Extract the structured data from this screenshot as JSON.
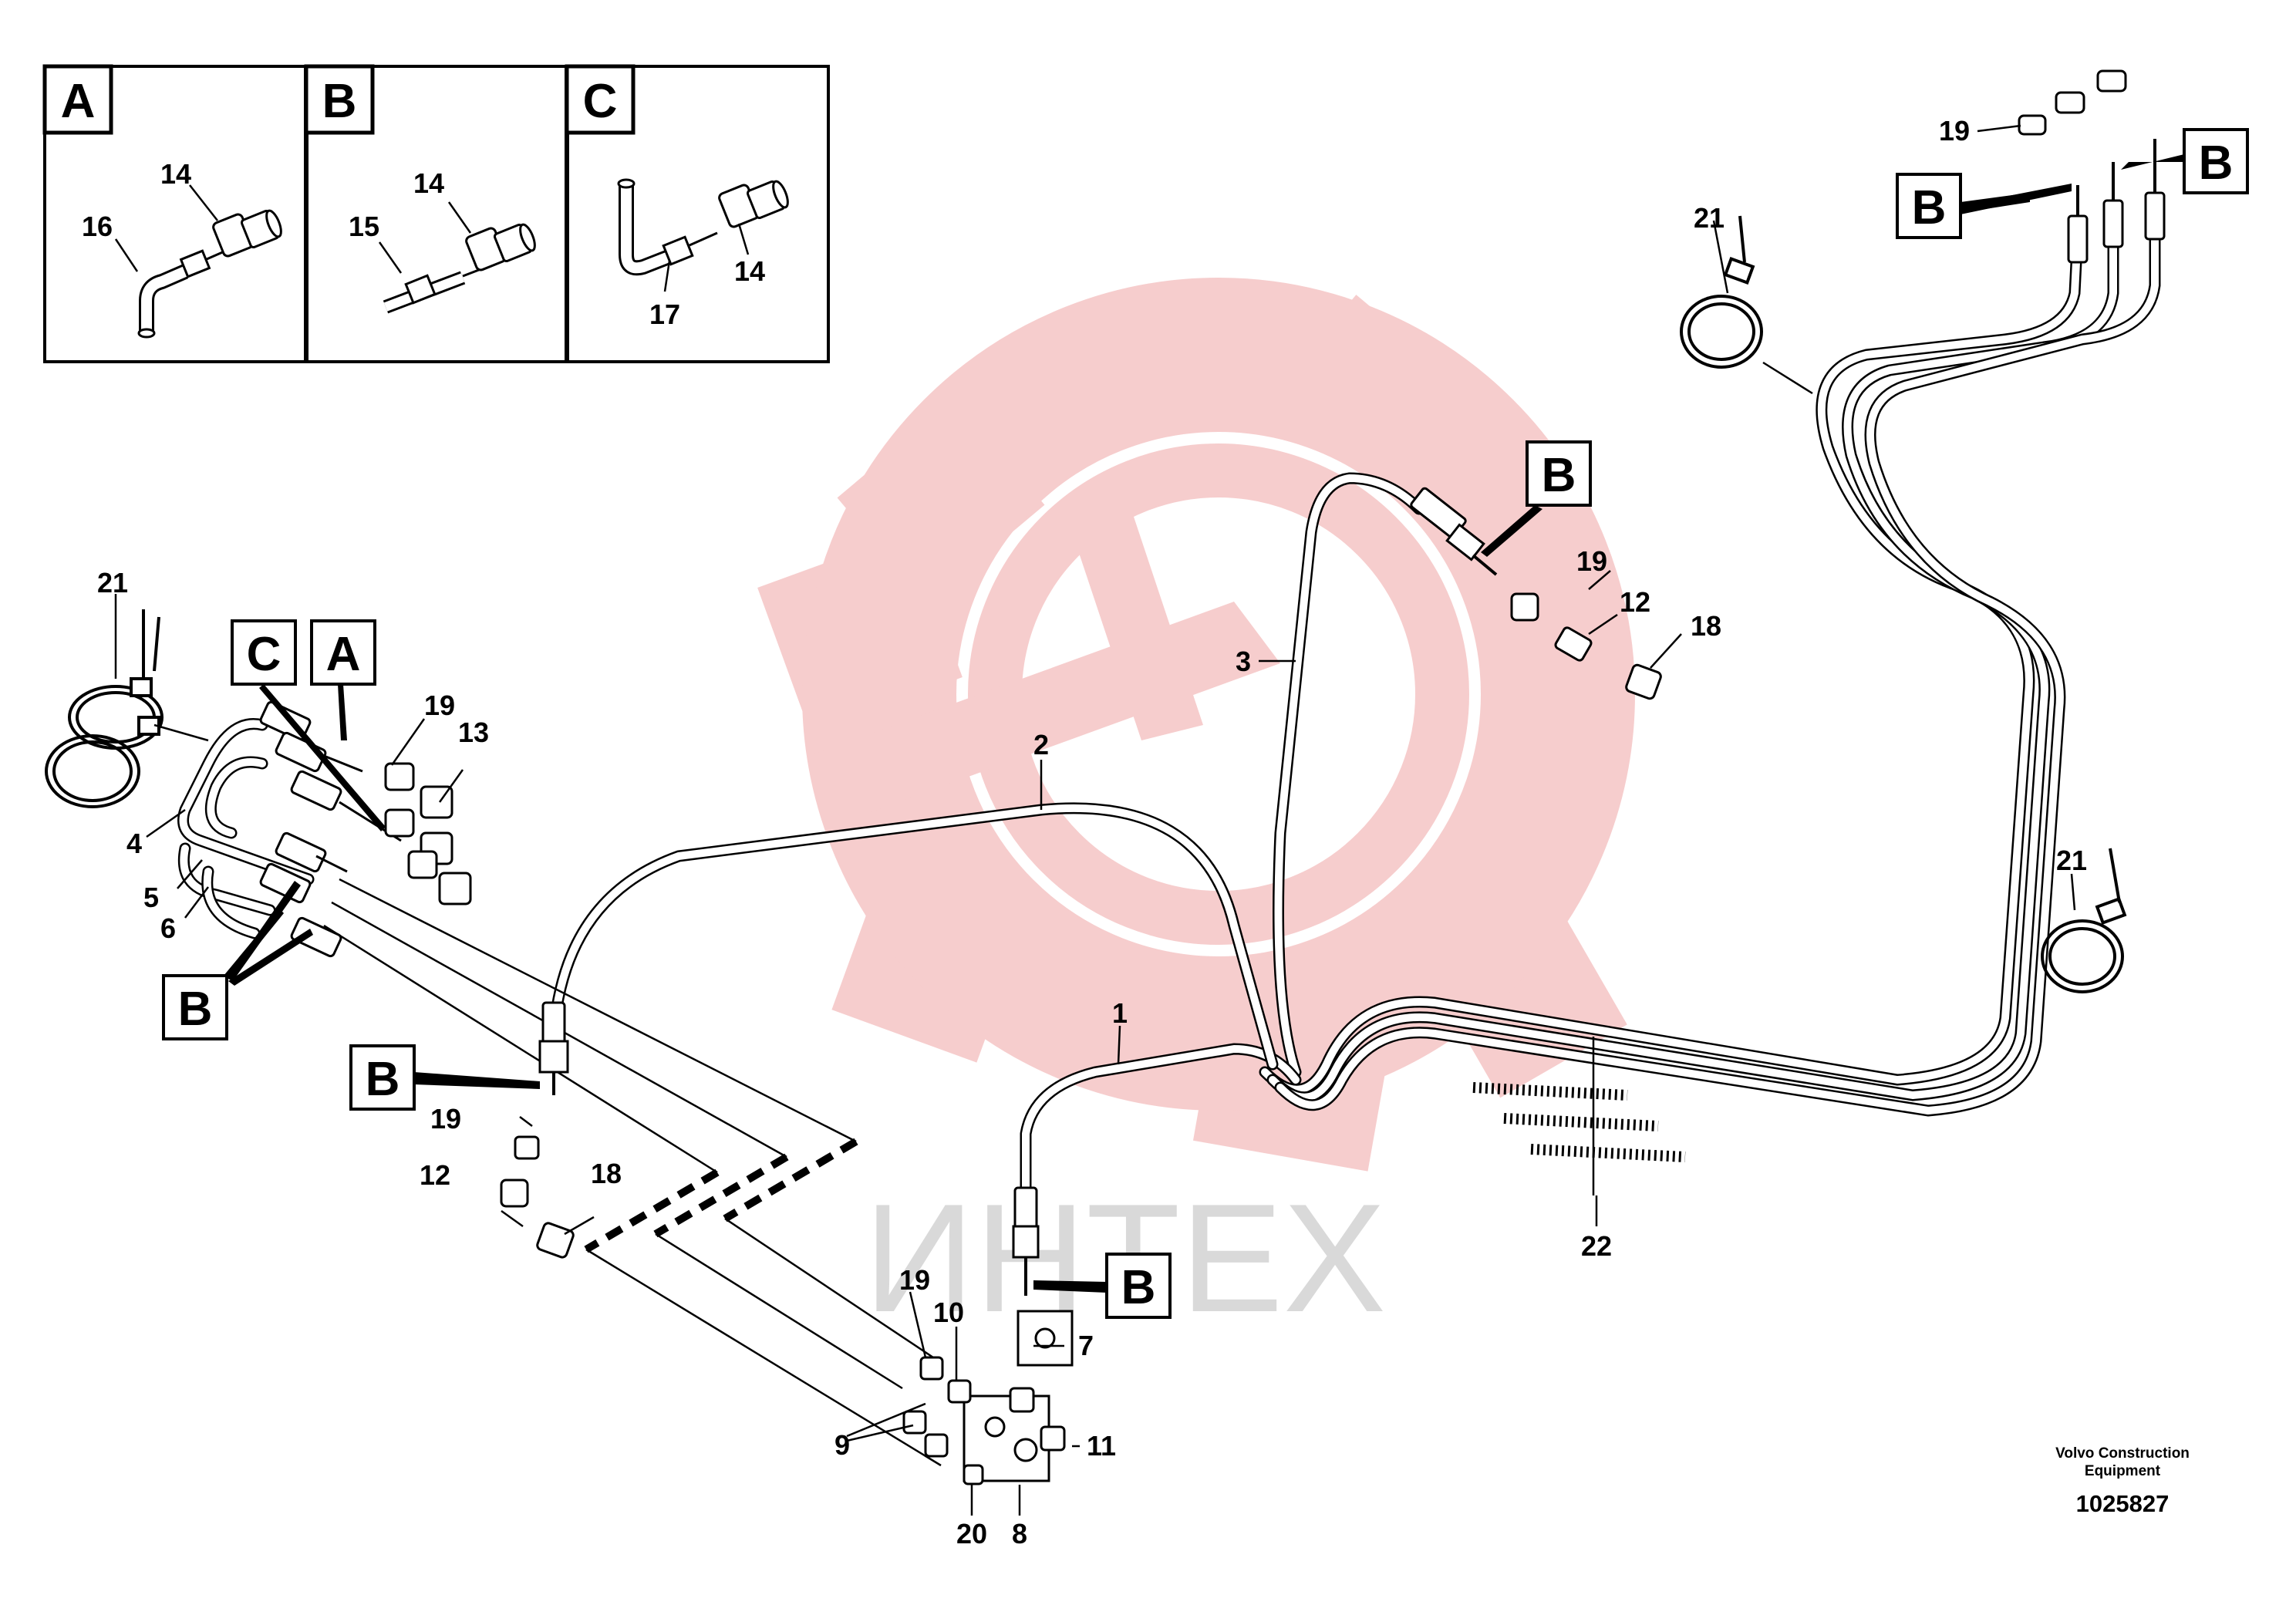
{
  "watermark": {
    "text": "ИНТЕХ",
    "gear_color": "#f5c4c4",
    "text_color": "#d9d9d9"
  },
  "insets": [
    {
      "letter": "A",
      "labels": [
        "14",
        "16"
      ]
    },
    {
      "letter": "B",
      "labels": [
        "14",
        "15"
      ]
    },
    {
      "letter": "C",
      "labels": [
        "17",
        "14"
      ]
    }
  ],
  "detail_box_letter": "B",
  "callout_letters": {
    "c": "C",
    "a": "A"
  },
  "part_numbers": {
    "p1": "1",
    "p2": "2",
    "p3": "3",
    "p4": "4",
    "p5": "5",
    "p6": "6",
    "p7": "7",
    "p8": "8",
    "p9": "9",
    "p10": "10",
    "p11": "11",
    "p12": "12",
    "p13": "13",
    "p18": "18",
    "p19": "19",
    "p20": "20",
    "p21": "21",
    "p22": "22"
  },
  "footer": {
    "company_line1": "Volvo Construction",
    "company_line2": "Equipment",
    "drawing_number": "1025827"
  }
}
